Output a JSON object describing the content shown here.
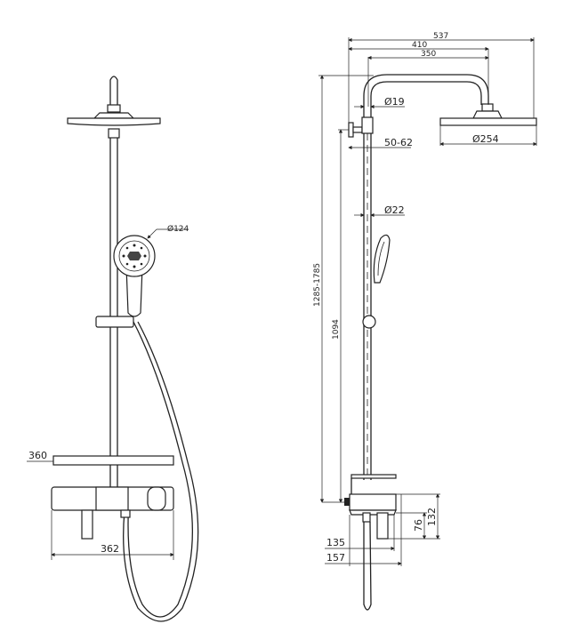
{
  "front_view": {
    "handshower_diameter": "Ø124",
    "shelf_width": "360",
    "mixer_width": "362"
  },
  "side_view": {
    "overall_projection": "537",
    "arm_projection": "410",
    "arm_length": "350",
    "arm_pipe_diameter": "Ø19",
    "wall_bracket_offset": "50-62",
    "riser_diameter": "Ø22",
    "showerhead_diameter": "Ø254",
    "height_range": "1285-1785",
    "riser_height": "1094",
    "mixer_height": "132",
    "spout_height": "76",
    "spout_projection": "135",
    "mixer_depth": "157"
  }
}
